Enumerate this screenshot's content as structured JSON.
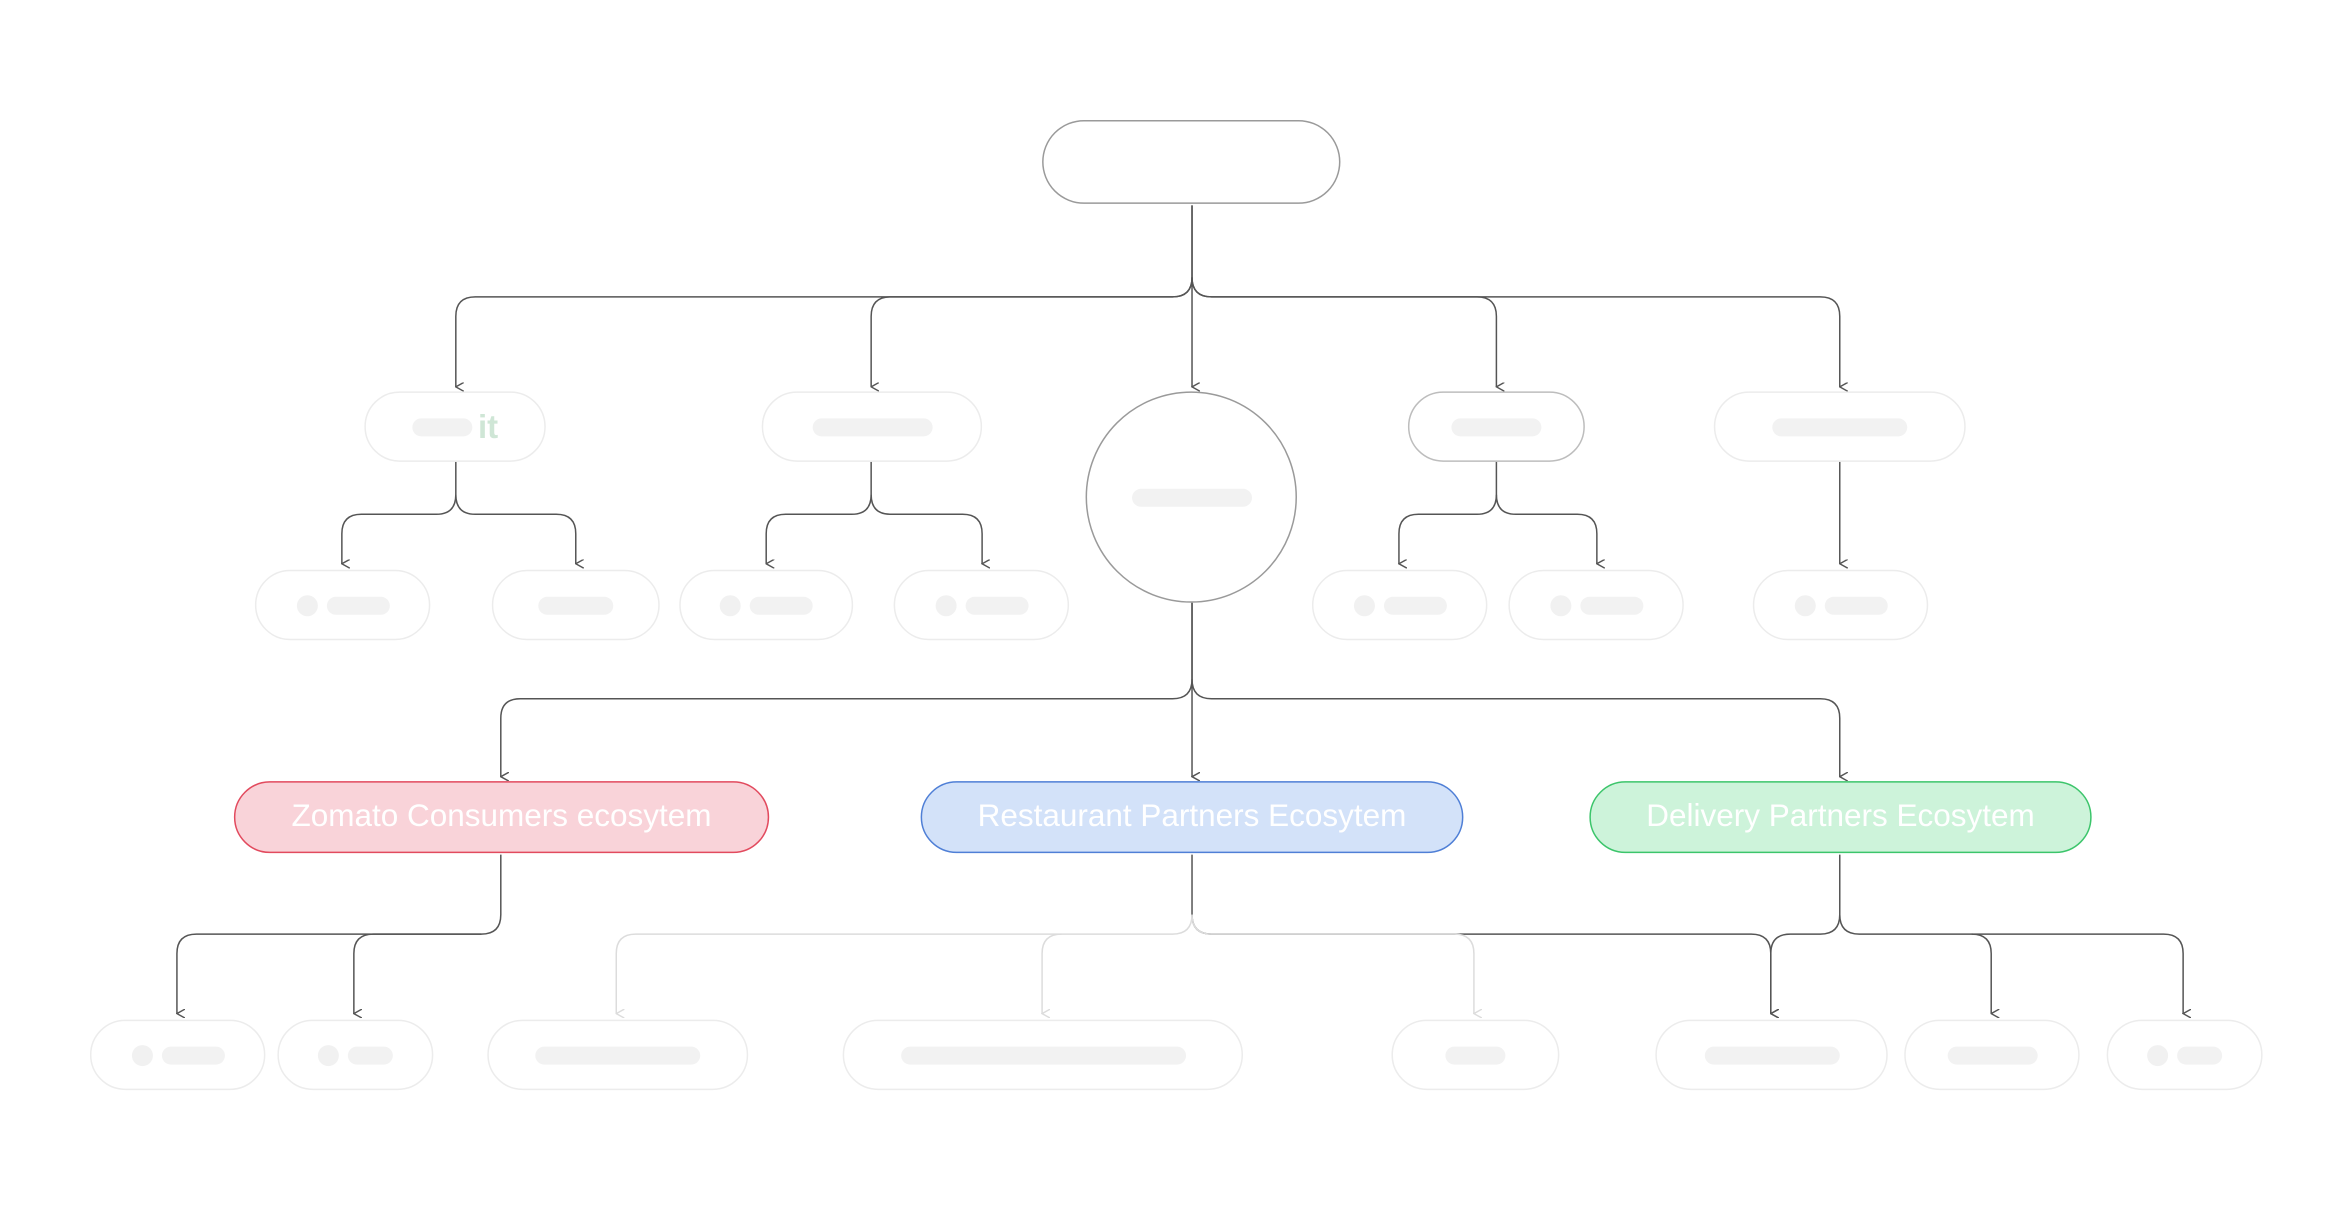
{
  "diagram": {
    "root": {
      "label": ""
    },
    "ecosystems": [
      {
        "label": "Zomato Consumers ecosytem",
        "color": "#e24a5e",
        "fill": "#f9d3d9"
      },
      {
        "label": "Restaurant Partners Ecosytem",
        "color": "#4f7fd6",
        "fill": "#d3e2f9"
      },
      {
        "label": "Delivery Partners Ecosytem",
        "color": "#3cc56b",
        "fill": "#cdf3da"
      }
    ],
    "subsidiaries": {
      "first_logo_fragment": "it"
    },
    "connector_color": "#555555",
    "faded_connector_color": "#e2e2e2"
  }
}
